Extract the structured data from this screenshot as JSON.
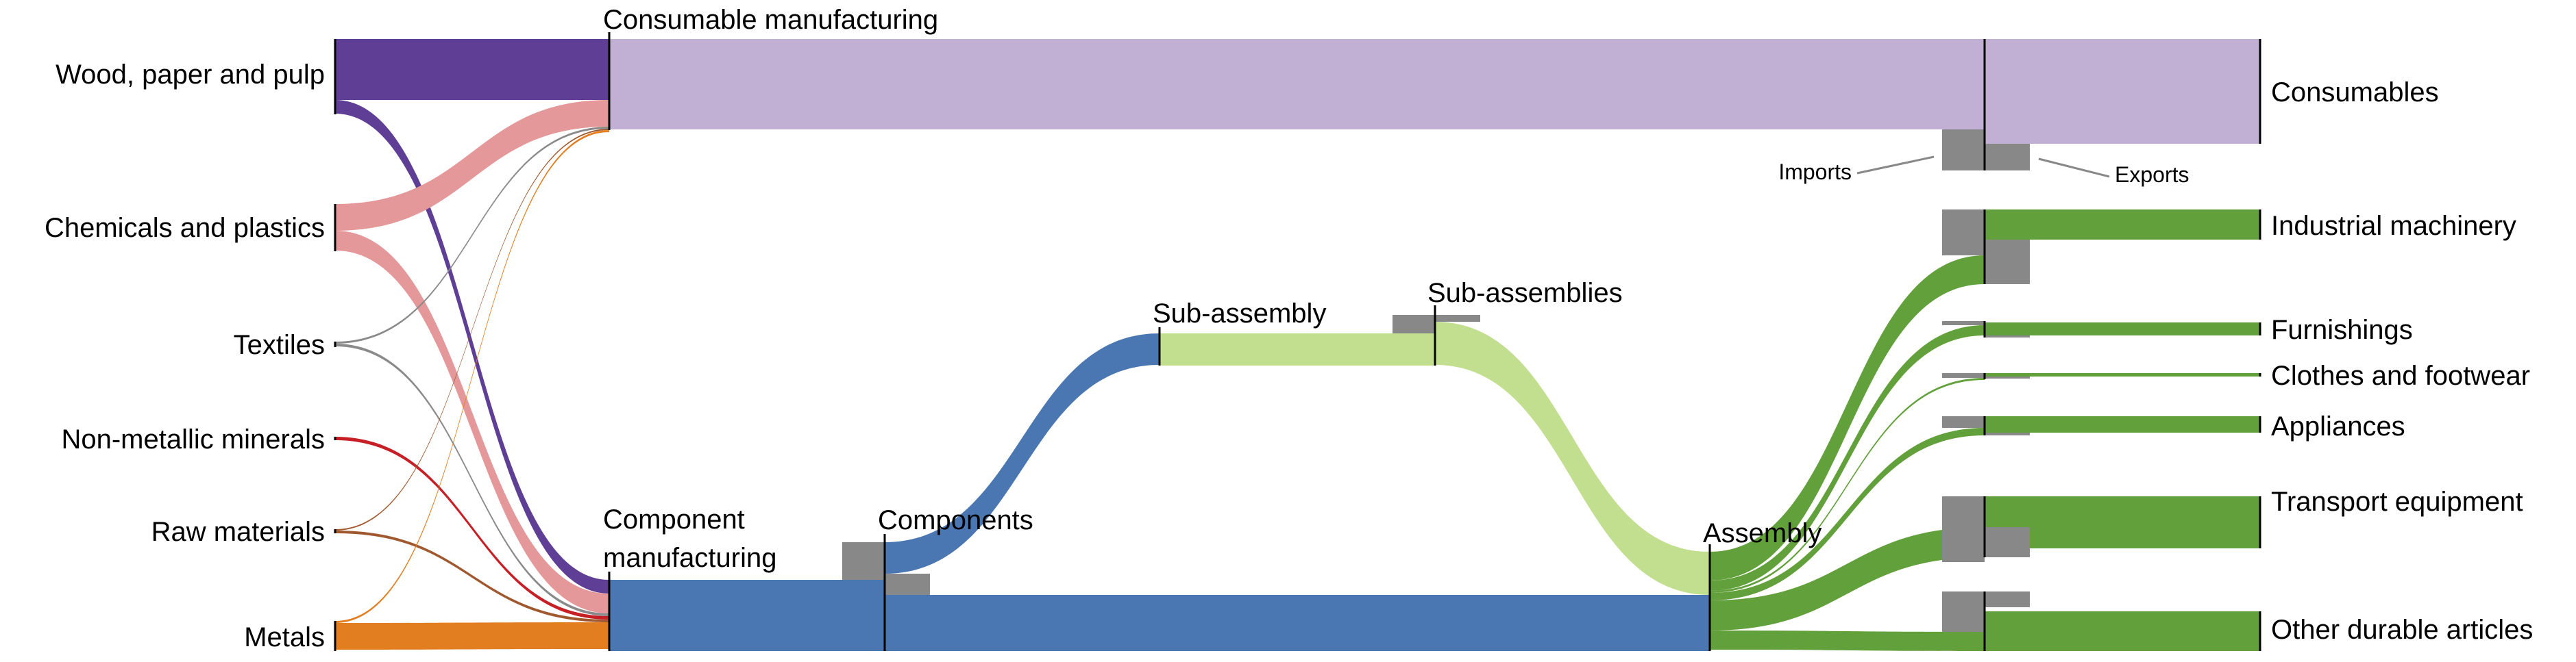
{
  "chart_data": {
    "type": "sankey",
    "title": "",
    "units": "relative flow (arbitrary, estimated from band widths)",
    "colors": {
      "wood": "#5f3f95",
      "chemicals": "#e59899",
      "textiles": "#8a8a8a",
      "minerals": "#c62026",
      "raw": "#a0582e",
      "metals": "#e37e20",
      "consumable": "#c1b0d4",
      "component": "#4a77b1",
      "subassembly": "#c2df90",
      "assembly": "#62a03b",
      "trade": "#888888",
      "node_line": "#000000"
    },
    "nodes": [
      {
        "id": "wood",
        "label": "Wood, paper and pulp"
      },
      {
        "id": "chemicals",
        "label": "Chemicals and plastics"
      },
      {
        "id": "textiles",
        "label": "Textiles"
      },
      {
        "id": "minerals",
        "label": "Non-metallic minerals"
      },
      {
        "id": "raw",
        "label": "Raw materials"
      },
      {
        "id": "metals",
        "label": "Metals"
      },
      {
        "id": "consumable_mfg",
        "label": "Consumable manufacturing"
      },
      {
        "id": "component_mfg",
        "label_lines": [
          "Component",
          "manufacturing"
        ]
      },
      {
        "id": "components",
        "label": "Components"
      },
      {
        "id": "subassembly",
        "label": "Sub-assembly"
      },
      {
        "id": "subassemblies",
        "label": "Sub-assemblies"
      },
      {
        "id": "assembly",
        "label": "Assembly"
      },
      {
        "id": "consumables",
        "label": "Consumables"
      },
      {
        "id": "industrial",
        "label": "Industrial machinery"
      },
      {
        "id": "furnishings",
        "label": "Furnishings"
      },
      {
        "id": "clothes",
        "label": "Clothes and footwear"
      },
      {
        "id": "appliances",
        "label": "Appliances"
      },
      {
        "id": "transport",
        "label": "Transport equipment"
      },
      {
        "id": "other",
        "label": "Other durable articles"
      }
    ],
    "flows": [
      {
        "source": "wood",
        "target": "consumable_mfg",
        "value": 89,
        "color": "wood"
      },
      {
        "source": "wood",
        "target": "component_mfg",
        "value": 20,
        "color": "wood"
      },
      {
        "source": "chemicals",
        "target": "consumable_mfg",
        "value": 39,
        "color": "chemicals"
      },
      {
        "source": "chemicals",
        "target": "component_mfg",
        "value": 29,
        "color": "chemicals"
      },
      {
        "source": "textiles",
        "target": "consumable_mfg",
        "value": 3,
        "color": "textiles"
      },
      {
        "source": "textiles",
        "target": "component_mfg",
        "value": 4,
        "color": "textiles"
      },
      {
        "source": "minerals",
        "target": "component_mfg",
        "value": 5,
        "color": "minerals"
      },
      {
        "source": "raw",
        "target": "consumable_mfg",
        "value": 2,
        "color": "raw"
      },
      {
        "source": "raw",
        "target": "component_mfg",
        "value": 4,
        "color": "raw"
      },
      {
        "source": "metals",
        "target": "consumable_mfg",
        "value": 3,
        "color": "metals"
      },
      {
        "source": "metals",
        "target": "component_mfg",
        "value": 39,
        "color": "metals"
      },
      {
        "source": "consumable_mfg",
        "target": "consumables",
        "value": 132,
        "color": "consumable"
      },
      {
        "source": "component_mfg",
        "target": "components",
        "value": 104,
        "color": "component"
      },
      {
        "source": "components",
        "target": "subassembly",
        "value": 46,
        "color": "component"
      },
      {
        "source": "components",
        "target": "assembly",
        "value": 82,
        "color": "component"
      },
      {
        "source": "subassembly",
        "target": "subassemblies",
        "value": 47,
        "color": "subassembly"
      },
      {
        "source": "subassemblies",
        "target": "assembly",
        "value": 63,
        "color": "subassembly"
      },
      {
        "source": "assembly",
        "target": "industrial",
        "value": 42,
        "color": "assembly"
      },
      {
        "source": "assembly",
        "target": "furnishings",
        "value": 15,
        "color": "assembly"
      },
      {
        "source": "assembly",
        "target": "clothes",
        "value": 3,
        "color": "assembly"
      },
      {
        "source": "assembly",
        "target": "appliances",
        "value": 11,
        "color": "assembly"
      },
      {
        "source": "assembly",
        "target": "transport",
        "value": 44,
        "color": "assembly"
      },
      {
        "source": "assembly",
        "target": "other",
        "value": 28,
        "color": "assembly"
      }
    ],
    "trade": [
      {
        "stage": "consumables",
        "imports": 60,
        "exports": 39
      },
      {
        "stage": "components",
        "imports": 55,
        "exports": 31
      },
      {
        "stage": "subassemblies",
        "imports": 27,
        "exports": 10
      },
      {
        "stage": "industrial",
        "imports": 67,
        "exports": 65
      },
      {
        "stage": "furnishings",
        "imports": 6,
        "exports": 3
      },
      {
        "stage": "clothes",
        "imports": 7,
        "exports": 3
      },
      {
        "stage": "appliances",
        "imports": 17,
        "exports": 4
      },
      {
        "stage": "transport",
        "imports": 96,
        "exports": 44
      },
      {
        "stage": "other",
        "imports": 59,
        "exports": 23
      }
    ],
    "annotations": {
      "imports_label": "Imports",
      "exports_label": "Exports"
    }
  }
}
